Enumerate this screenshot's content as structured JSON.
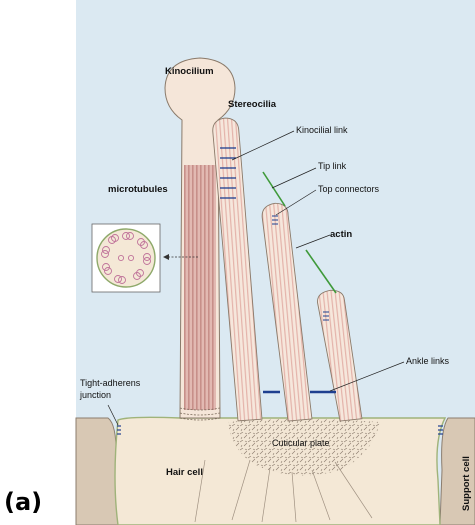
{
  "panel_letter": "(a)",
  "labels": {
    "kinocilium": "Kinocilium",
    "stereocilia": "Stereocilia",
    "microtubules": "microtubules",
    "kinocilial_link": "Kinocilial link",
    "tip_link": "Tip link",
    "top_connectors": "Top connectors",
    "actin": "actin",
    "ankle_links": "Ankle links",
    "tight_adherens_1": "Tight-adherens",
    "tight_adherens_2": "junction",
    "cuticular_plate": "Cuticular plate",
    "hair_cell": "Hair cell",
    "support_cell": "Support cell"
  },
  "colors": {
    "background": "#dbe9f2",
    "cell_body": "#f4e8d6",
    "support_cell": "#d8c8b4",
    "cilium_fill": "#f5e6d9",
    "kinocilium_stripe": "#d9a9a3",
    "stereocilium_stripe": "#e4b6ae",
    "tip_link": "#3f9a3a",
    "connector_blue": "#1e3f8f",
    "outline": "#7a6a5a",
    "membrane_green": "#9fb37a"
  }
}
